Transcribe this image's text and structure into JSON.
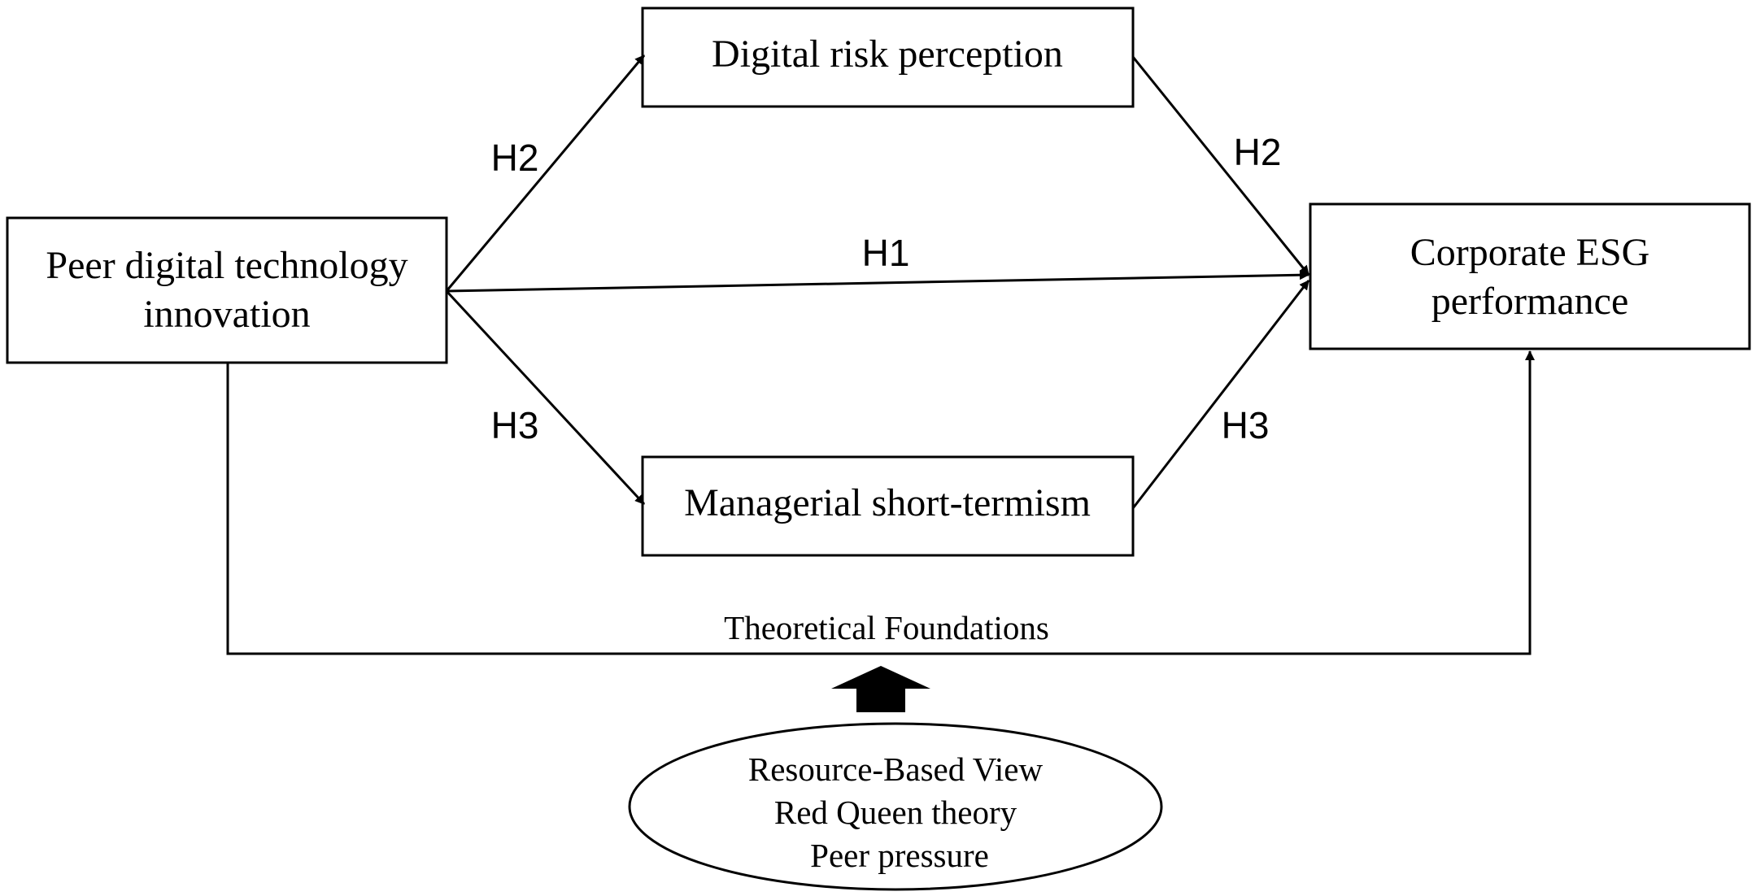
{
  "diagram": {
    "nodes": {
      "peer": {
        "line1": "Peer digital technology",
        "line2": "innovation"
      },
      "risk": {
        "label": "Digital risk perception"
      },
      "short": {
        "label": "Managerial short-termism"
      },
      "esg": {
        "line1": "Corporate ESG",
        "line2": "performance"
      }
    },
    "edges": {
      "h2_in": "H2",
      "h2_out": "H2",
      "h1": "H1",
      "h3_in": "H3",
      "h3_out": "H3"
    },
    "foundation_label": "Theoretical Foundations",
    "theories": [
      "Resource-Based View",
      "Red Queen theory",
      "Peer pressure"
    ]
  }
}
